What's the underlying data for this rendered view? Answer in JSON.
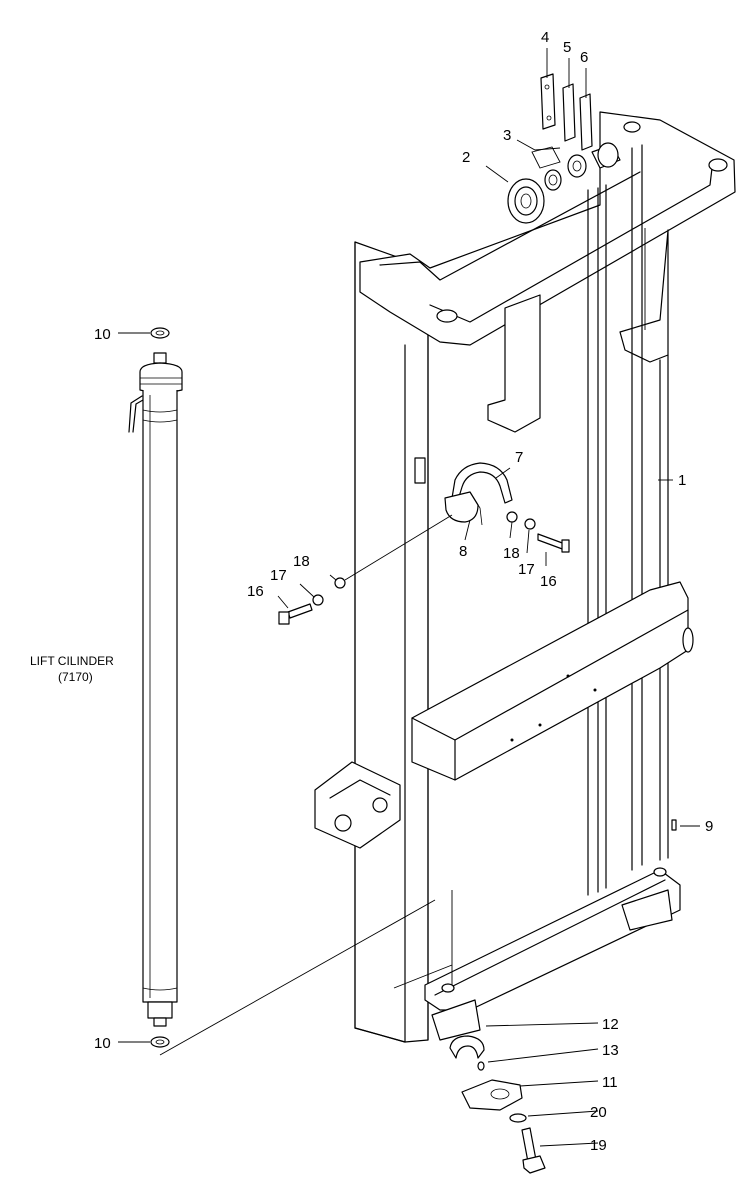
{
  "title_label": {
    "line1": "LIFT CILINDER",
    "line2": "(7170)"
  },
  "callouts": [
    {
      "id": "c1",
      "text": "1"
    },
    {
      "id": "c2",
      "text": "2"
    },
    {
      "id": "c3",
      "text": "3"
    },
    {
      "id": "c4",
      "text": "4"
    },
    {
      "id": "c5",
      "text": "5"
    },
    {
      "id": "c6",
      "text": "6"
    },
    {
      "id": "c7",
      "text": "7"
    },
    {
      "id": "c8",
      "text": "8"
    },
    {
      "id": "c9",
      "text": "9"
    },
    {
      "id": "c10a",
      "text": "10"
    },
    {
      "id": "c10b",
      "text": "10"
    },
    {
      "id": "c11",
      "text": "11"
    },
    {
      "id": "c12",
      "text": "12"
    },
    {
      "id": "c13",
      "text": "13"
    },
    {
      "id": "c16a",
      "text": "16"
    },
    {
      "id": "c16b",
      "text": "16"
    },
    {
      "id": "c17a",
      "text": "17"
    },
    {
      "id": "c17b",
      "text": "17"
    },
    {
      "id": "c18a",
      "text": "18"
    },
    {
      "id": "c18b",
      "text": "18"
    },
    {
      "id": "c19",
      "text": "19"
    },
    {
      "id": "c20",
      "text": "20"
    }
  ]
}
